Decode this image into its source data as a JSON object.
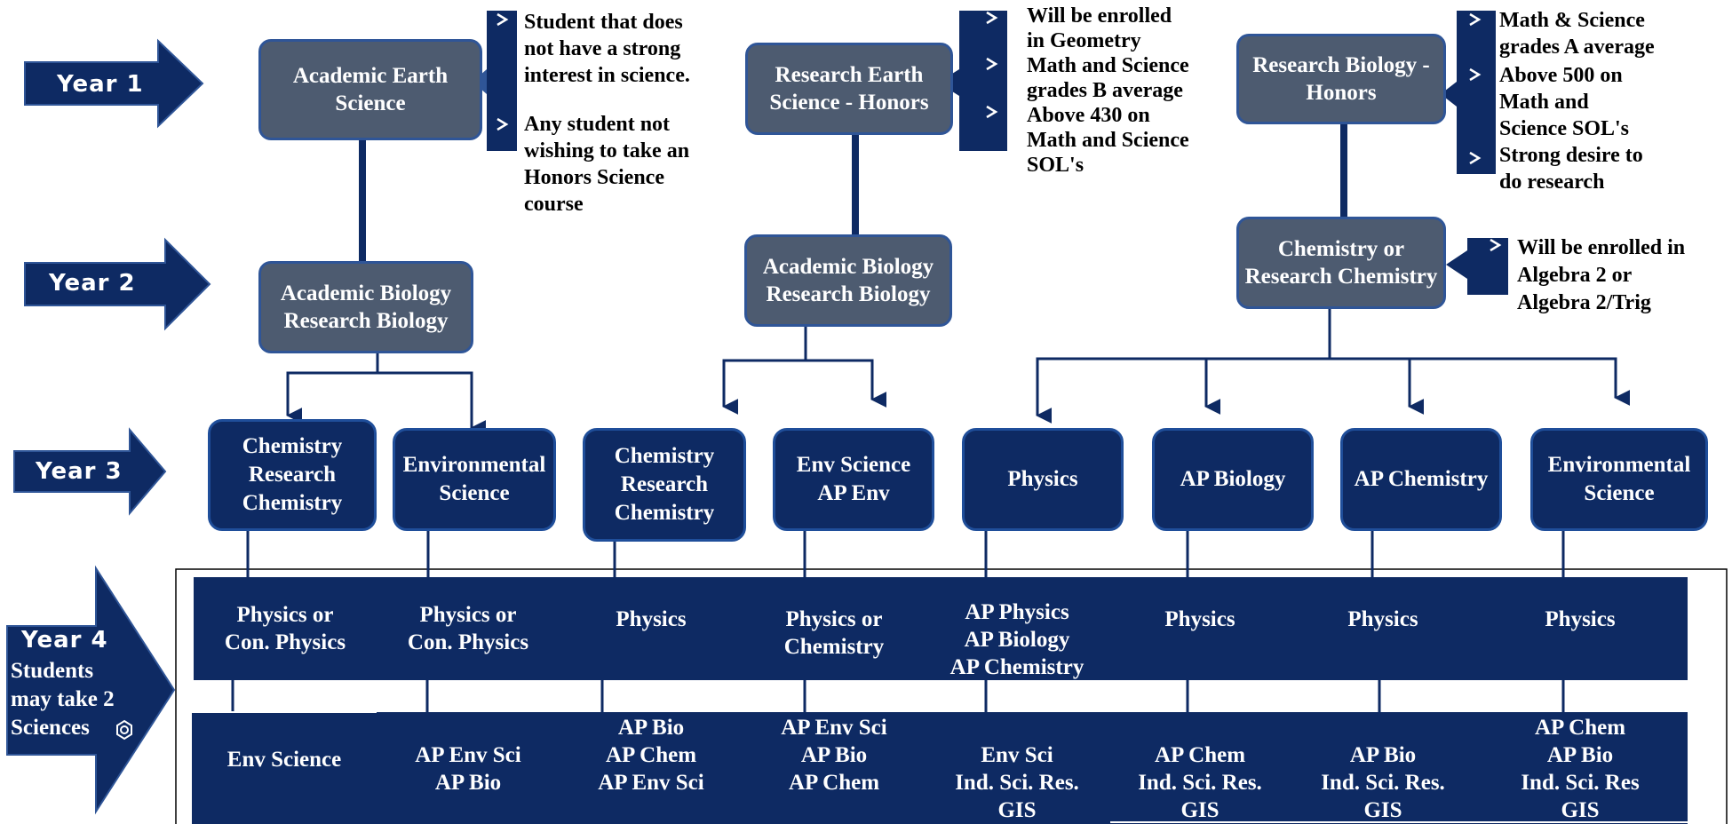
{
  "colors": {
    "navy": "#0e2a63",
    "slate": "#4d5b70",
    "box_border": "#2f5597",
    "line": "#0e2a63"
  },
  "years": {
    "year1": "Year 1",
    "year2": "Year 2",
    "year3": "Year 3",
    "year4": "Year 4",
    "year4_note": "Students\nmay take 2\nSciences",
    "year4_icon": "gear-icon"
  },
  "tracks": {
    "academic": {
      "year1": "Academic Earth\nScience",
      "year1_notes": [
        "Student that does\nnot have a strong\ninterest in science.",
        "Any student not\nwishing to take an\nHonors Science\ncourse"
      ],
      "year2": "Academic Biology\nResearch Biology"
    },
    "earth_honors": {
      "year1": "Research Earth\nScience - Honors",
      "year1_notes": [
        "Will be enrolled\nin Geometry",
        "Math and Science\ngrades B average",
        "Above 430 on\nMath and Science\nSOL's"
      ],
      "year2": "Academic Biology\nResearch Biology"
    },
    "bio_honors": {
      "year1": "Research Biology -\nHonors",
      "year1_notes": [
        "Math & Science\ngrades A average",
        "Above 500 on\nMath and\nScience SOL's",
        "Strong desire to\ndo research"
      ],
      "year2": "Chemistry or\nResearch Chemistry",
      "year2_notes": [
        "Will be enrolled in\nAlgebra 2 or\nAlgebra 2/Trig"
      ]
    }
  },
  "year3": [
    "Chemistry\nResearch\nChemistry",
    "Environmental\nScience",
    "Chemistry\nResearch\nChemistry",
    "Env Science\nAP Env",
    "Physics",
    "AP Biology",
    "AP Chemistry",
    "Environmental\nScience"
  ],
  "year4_first": [
    "Physics or\nCon. Physics",
    "Physics or\nCon.  Physics",
    "Physics",
    "Physics or\nChemistry",
    "AP Physics\nAP Biology\nAP Chemistry",
    "Physics",
    "Physics",
    "Physics"
  ],
  "year4_second": [
    "Env Science",
    "AP Env Sci\nAP Bio",
    "AP Bio\nAP Chem\nAP Env Sci",
    "AP Env Sci\nAP Bio\nAP Chem",
    "Env Sci\nInd. Sci. Res.\nGIS",
    "AP Chem\nInd. Sci. Res.\nGIS",
    "AP Bio\nInd. Sci. Res.\nGIS",
    "AP Chem\nAP Bio\nInd. Sci. Res\nGIS"
  ]
}
